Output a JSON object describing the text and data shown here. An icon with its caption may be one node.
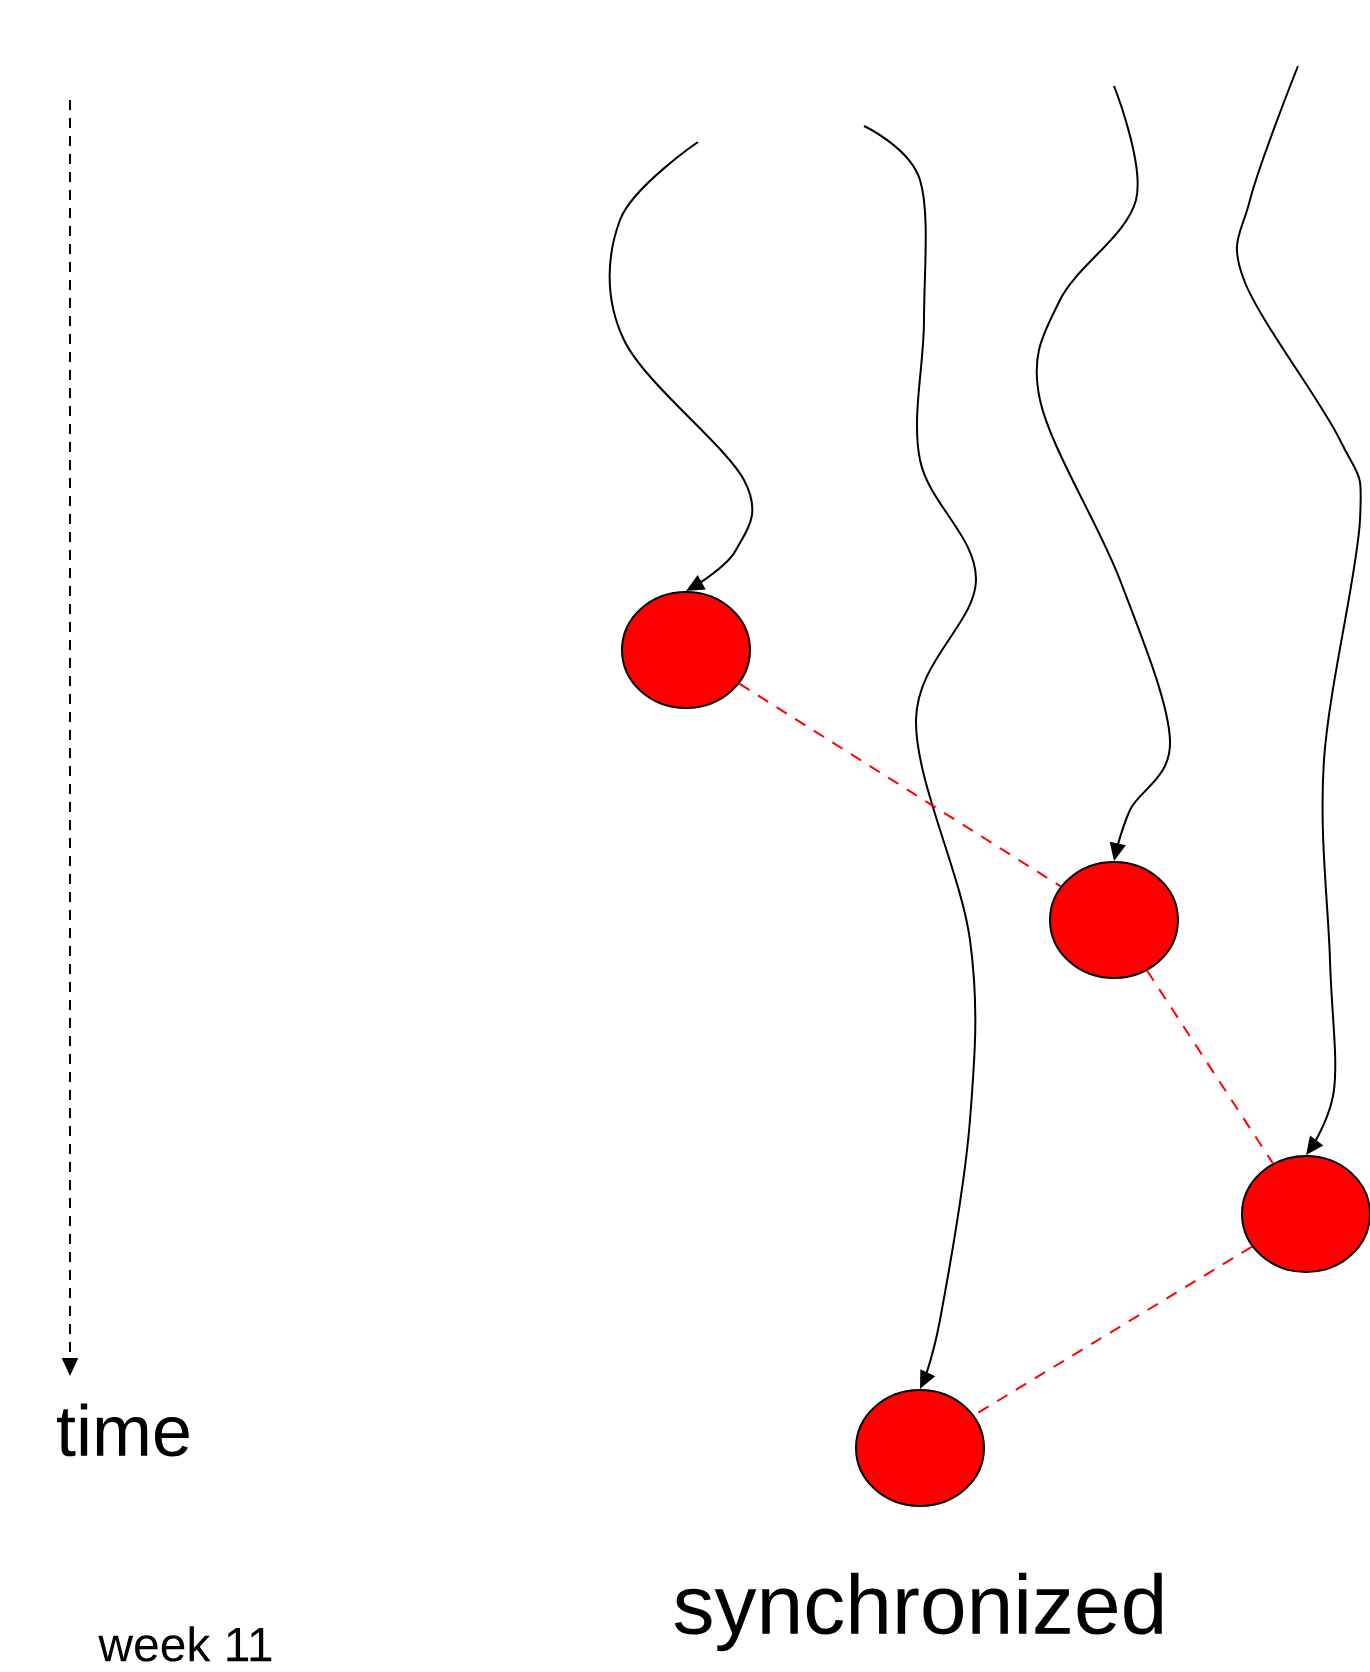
{
  "diagram": {
    "nodes": [
      {
        "text": [],
        "shape": "circle"
      },
      {
        "text": [],
        "shape": "circle"
      },
      {
        "text": [],
        "shape": "circle"
      },
      {
        "text": [],
        "shape": "circle"
      }
    ],
    "edges": [
      {
        "from": null,
        "to": 0,
        "arrow": "to"
      },
      {
        "from": null,
        "to": 3,
        "arrow": "to"
      },
      {
        "from": null,
        "to": 1,
        "arrow": "to"
      },
      {
        "from": null,
        "to": 2,
        "arrow": "to"
      },
      {
        "from": 0,
        "to": 1,
        "arrow": "none",
        "style": "dashed",
        "color": "#ff0000"
      },
      {
        "from": 1,
        "to": 2,
        "arrow": "none",
        "style": "dashed",
        "color": "#ff0000"
      },
      {
        "from": 2,
        "to": 3,
        "arrow": "none",
        "style": "dashed",
        "color": "#ff0000"
      }
    ],
    "labels": [
      "time",
      "week 11",
      "synchronized"
    ]
  }
}
